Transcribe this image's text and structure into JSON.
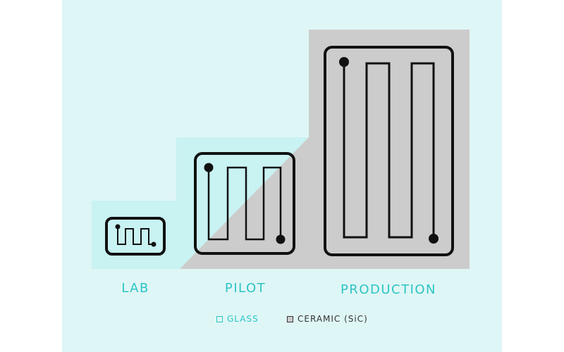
{
  "colors": {
    "page_background": "#dff6f6",
    "glass_region": "#c9f2f2",
    "ceramic_region": "#cccccc",
    "stroke": "#111111",
    "label_accent": "#2ec4c4",
    "legend_ceramic_text": "#333333",
    "legend_ceramic_fill": "#cccccc"
  },
  "stages": {
    "lab": {
      "label": "LAB"
    },
    "pilot": {
      "label": "PILOT"
    },
    "production": {
      "label": "PRODUCTION"
    }
  },
  "legend": {
    "glass": {
      "label": "GLASS",
      "swatch": "open-square"
    },
    "ceramic": {
      "label": "CERAMIC (SiC)",
      "swatch": "filled-square"
    }
  }
}
